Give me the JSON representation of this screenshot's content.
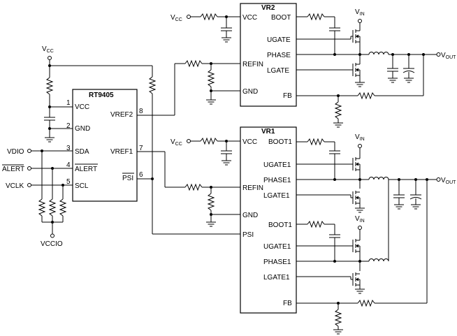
{
  "ic_main": {
    "name": "RT9405",
    "pins": {
      "vcc": {
        "num": "1",
        "label": "VCC"
      },
      "gnd": {
        "num": "2",
        "label": "GND"
      },
      "sda": {
        "num": "3",
        "label": "SDA"
      },
      "alert": {
        "num": "4",
        "label": "ALERT"
      },
      "scl": {
        "num": "5",
        "label": "SCL"
      },
      "psi": {
        "num": "6",
        "label": "PSI"
      },
      "vref1": {
        "num": "7",
        "label": "VREF1"
      },
      "vref2": {
        "num": "8",
        "label": "VREF2"
      }
    }
  },
  "vr2": {
    "name": "VR2",
    "pins": {
      "vcc": "VCC",
      "refin": "REFIN",
      "gnd": "GND",
      "boot": "BOOT",
      "ugate": "UGATE",
      "phase": "PHASE",
      "lgate": "LGATE",
      "fb": "FB"
    }
  },
  "vr1": {
    "name": "VR1",
    "pins": {
      "vcc": "VCC",
      "refin": "REFIN",
      "gnd": "GND",
      "psi": "PSI",
      "boot1": "BOOT1",
      "ugate1": "UGATE1",
      "phase1": "PHASE1",
      "lgate1": "LGATE1",
      "boot1b": "BOOT1",
      "ugate1b": "UGATE1",
      "phase1b": "PHASE1",
      "lgate1b": "LGATE1",
      "fb": "FB"
    }
  },
  "nets": {
    "vcc_main": {
      "base": "V",
      "sub": "CC"
    },
    "vcc_vr2": {
      "base": "V",
      "sub": "CC"
    },
    "vcc_vr1": {
      "base": "V",
      "sub": "CC"
    },
    "vin_vr2": {
      "base": "V",
      "sub": "IN"
    },
    "vin_vr1a": {
      "base": "V",
      "sub": "IN"
    },
    "vin_vr1b": {
      "base": "V",
      "sub": "IN"
    },
    "vout_vr2": {
      "base": "V",
      "sub": "OUT"
    },
    "vout_vr1": {
      "base": "V",
      "sub": "OUT"
    },
    "vdio": "VDIO",
    "alert": "ALERT",
    "vclk": "VCLK",
    "vccio": "VCCIO"
  }
}
